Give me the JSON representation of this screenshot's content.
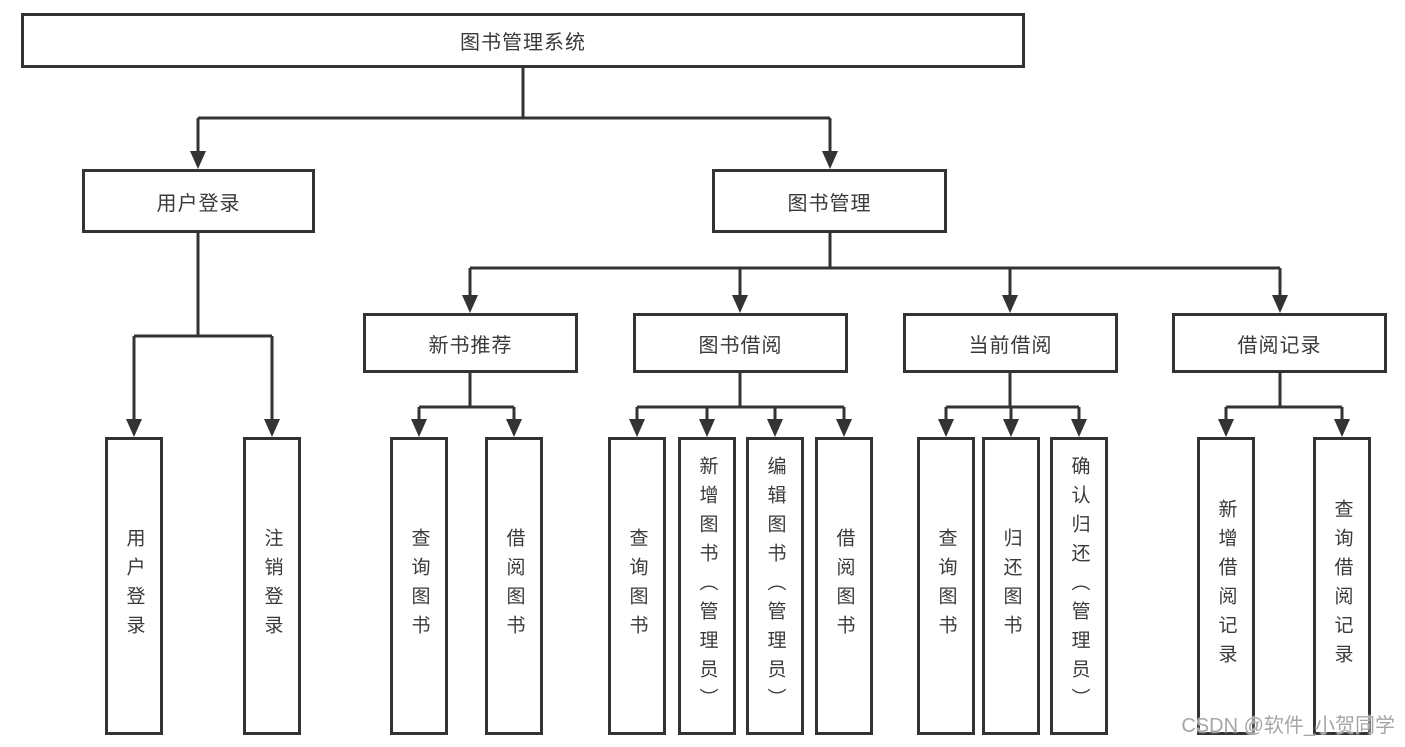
{
  "colors": {
    "line": "#333333",
    "border": "#333333",
    "text": "#3a3a3a",
    "background": "#ffffff",
    "watermark": "#a6a6a6"
  },
  "watermark": {
    "text": "CSDN @软件_小贺同学"
  },
  "tree": {
    "root": "图书管理系统",
    "branches": [
      {
        "label": "用户登录",
        "children": [
          {
            "label": "用户登录"
          },
          {
            "label": "注销登录"
          }
        ]
      },
      {
        "label": "图书管理",
        "children": [
          {
            "label": "新书推荐",
            "children": [
              {
                "label": "查询图书"
              },
              {
                "label": "借阅图书"
              }
            ]
          },
          {
            "label": "图书借阅",
            "children": [
              {
                "label": "查询图书"
              },
              {
                "label": "新增图书（管理员）"
              },
              {
                "label": "编辑图书（管理员）"
              },
              {
                "label": "借阅图书"
              }
            ]
          },
          {
            "label": "当前借阅",
            "children": [
              {
                "label": "查询图书"
              },
              {
                "label": "归还图书"
              },
              {
                "label": "确认归还（管理员）"
              }
            ]
          },
          {
            "label": "借阅记录",
            "children": [
              {
                "label": "新增借阅记录"
              },
              {
                "label": "查询借阅记录"
              }
            ]
          }
        ]
      }
    ]
  }
}
